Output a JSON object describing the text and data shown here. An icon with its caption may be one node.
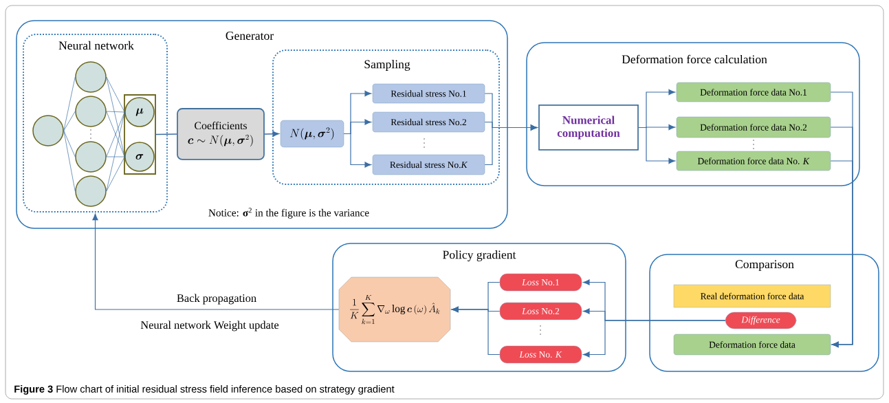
{
  "diagram": {
    "caption": "**Figure 3** Flow chart of initial residual stress field inference based on strategy gradient",
    "nodes": [
      {
        "text": [
          "Generator"
        ]
      },
      {
        "text": [
          "Neural network"
        ],
        "in": 0
      },
      {
        "text": [],
        "shape": "circle",
        "in": 1
      },
      {
        "text": [],
        "shape": "circle",
        "in": 1
      },
      {
        "text": [],
        "shape": "circle",
        "in": 1
      },
      {
        "text": [],
        "shape": "circle",
        "in": 1
      },
      {
        "text": [],
        "shape": "circle",
        "in": 1
      },
      {
        "text": [],
        "shape": "box",
        "in": 1
      },
      {
        "text": [
          "\\boldsymbol{\\mu}"
        ],
        "in": 7
      },
      {
        "text": [
          "\\boldsymbol{\\sigma}"
        ],
        "in": 7
      },
      {
        "text": [
          "Coefficients",
          "\\boldsymbol{c}\\sim N(\\boldsymbol{\\mu},\\boldsymbol{\\sigma}^{2})"
        ],
        "in": 0
      },
      {
        "text": [
          "Sampling"
        ],
        "in": 0
      },
      {
        "text": [
          "N(\\boldsymbol{\\mu},\\boldsymbol{\\sigma}^{2})"
        ],
        "in": 11
      },
      {
        "text": [
          "Residual stress No.1"
        ],
        "in": 11
      },
      {
        "text": [
          "Residual stress No.2"
        ],
        "in": 11
      },
      {
        "text": [
          "Residual stress No.*K*"
        ],
        "in": 11
      },
      {
        "text": [
          "Deformation force calculation"
        ]
      },
      {
        "text": [
          "Numerical computation"
        ],
        "in": 16
      },
      {
        "text": [
          "Deformation force data No.1"
        ],
        "in": 16
      },
      {
        "text": [
          "Deformation force data No.2"
        ],
        "in": 16
      },
      {
        "text": [
          "Deformation force data No. *K*"
        ],
        "in": 16
      },
      {
        "text": [
          "Policy gradient"
        ]
      },
      {
        "text": [
          "\\frac{1}{K}\\sum_{k=1}^{K}\\nabla_{\\omega}\\log\\boldsymbol{c}\\left(\\omega\\right)\\hat{A}_{k}"
        ],
        "in": 21
      },
      {
        "text": [
          "*Loss* No.1"
        ],
        "in": 21
      },
      {
        "text": [
          "*Loss* No.2"
        ],
        "in": 21
      },
      {
        "text": [
          "*Loss* No. *K*"
        ],
        "in": 21
      },
      {
        "text": [
          "Comparison"
        ]
      },
      {
        "text": [
          "Real deformation force data"
        ],
        "in": 26
      },
      {
        "text": [
          "Difference"
        ],
        "in": 26
      },
      {
        "text": [
          "Deformation force data"
        ],
        "in": 26
      }
    ],
    "edges": [
      {
        "from": 2,
        "to": 3,
        "arrow": "none"
      },
      {
        "from": 2,
        "to": 4,
        "arrow": "none"
      },
      {
        "from": 2,
        "to": 5,
        "arrow": "none"
      },
      {
        "from": 2,
        "to": 6,
        "arrow": "none"
      },
      {
        "from": 3,
        "to": 8,
        "arrow": "none"
      },
      {
        "from": 3,
        "to": 9,
        "arrow": "none"
      },
      {
        "from": 4,
        "to": 8,
        "arrow": "none"
      },
      {
        "from": 4,
        "to": 9,
        "arrow": "none"
      },
      {
        "from": 5,
        "to": 8,
        "arrow": "none"
      },
      {
        "from": 5,
        "to": 9,
        "arrow": "none"
      },
      {
        "from": 6,
        "to": 8,
        "arrow": "none"
      },
      {
        "from": 6,
        "to": 9,
        "arrow": "none"
      },
      {
        "from": 7,
        "to": 10,
        "arrow": "none"
      },
      {
        "from": 10,
        "to": 12,
        "arrow": "to"
      },
      {
        "from": 12,
        "to": 13,
        "arrow": "to"
      },
      {
        "from": 12,
        "to": 14,
        "arrow": "to"
      },
      {
        "from": 12,
        "to": 15,
        "arrow": "to"
      },
      {
        "from": 13,
        "to": 17,
        "arrow": "to"
      },
      {
        "from": 14,
        "to": 17,
        "arrow": "to"
      },
      {
        "from": 15,
        "to": 17,
        "arrow": "to"
      },
      {
        "from": 17,
        "to": 18,
        "arrow": "to"
      },
      {
        "from": 17,
        "to": 19,
        "arrow": "to"
      },
      {
        "from": 17,
        "to": 20,
        "arrow": "to"
      },
      {
        "from": 18,
        "to": 29,
        "arrow": "to"
      },
      {
        "from": 19,
        "to": 29,
        "arrow": "to"
      },
      {
        "from": 20,
        "to": 29,
        "arrow": "to"
      },
      {
        "from": 28,
        "to": 23,
        "arrow": "to"
      },
      {
        "from": 28,
        "to": 24,
        "arrow": "to"
      },
      {
        "from": 28,
        "to": 25,
        "arrow": "to"
      },
      {
        "from": 23,
        "to": 22,
        "arrow": "to"
      },
      {
        "from": 24,
        "to": 22,
        "arrow": "to"
      },
      {
        "from": 25,
        "to": 22,
        "arrow": "to"
      },
      {
        "from": 22,
        "to": 1,
        "arrow": "to",
        "label": "Back propagation"
      }
    ],
    "labels": [
      "Notice: **σ**$^{2}$ in the figure is the variance",
      "Neural network Weight update"
    ]
  }
}
